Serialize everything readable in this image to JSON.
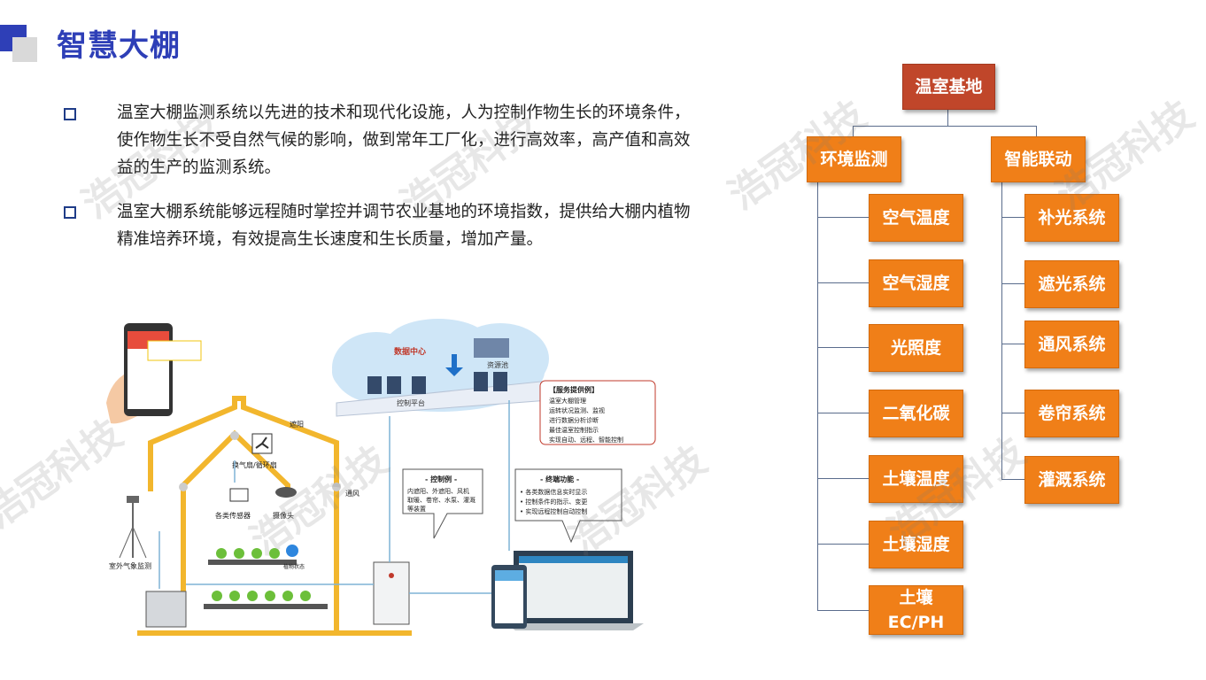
{
  "header": {
    "title": "智慧大棚"
  },
  "bullets": [
    {
      "lines": [
        "温室大棚监测系统以先进的技术和现代化设施，人为控制作物生长的环境条件，",
        "使作物生长不受自然气候的影响，做到常年工厂化，进行高效率，高产值和高效",
        "益的生产的监测系统。"
      ]
    },
    {
      "lines": [
        " 温室大棚系统能够远程随时掌控并调节农业基地的环境指数，提供给大棚内植物",
        "精准培养环境，有效提高生长速度和生长质量，增加产量。"
      ]
    }
  ],
  "watermark": "浩冠科技",
  "org": {
    "root": "温室基地",
    "left_branch": "环境监测",
    "right_branch": "智能联动",
    "left_items": [
      "空气温度",
      "空气湿度",
      "光照度",
      "二氧化碳",
      "土壤温度",
      "土壤湿度"
    ],
    "left_last": [
      "土壤",
      "EC/PH"
    ],
    "right_items": [
      "补光系统",
      "遮光系统",
      "通风系统",
      "卷帘系统",
      "灌溉系统"
    ]
  },
  "illustration": {
    "data_center": "数据中心",
    "resource_pool": "资源池",
    "control_platform": "控制平台",
    "service_title": "【服务提供例】",
    "service_items": [
      "温室大棚管理",
      "运转状况监测、监视",
      "进行数据分析诊断",
      "最佳温室控制指示",
      "实现自动、远程、智能控制"
    ],
    "shade": "遮阳",
    "fan": "换气扇/循环扇",
    "sensors": "各类传感器",
    "camera": "摄像头",
    "ventilation": "通风",
    "plant_status": "植物状态",
    "weather": "室外气象监测",
    "control_title": "- 控制例 -",
    "control_lines": [
      "内遮阳、外遮阳、风机",
      "取暖、卷帘、水泵、灌溉",
      "等装置"
    ],
    "terminal_title": "- 终端功能 -",
    "terminal_lines": [
      "• 各类数据信息实时显示",
      "• 控制条件的指示、变更",
      "• 实现远程控制自动控制"
    ]
  }
}
